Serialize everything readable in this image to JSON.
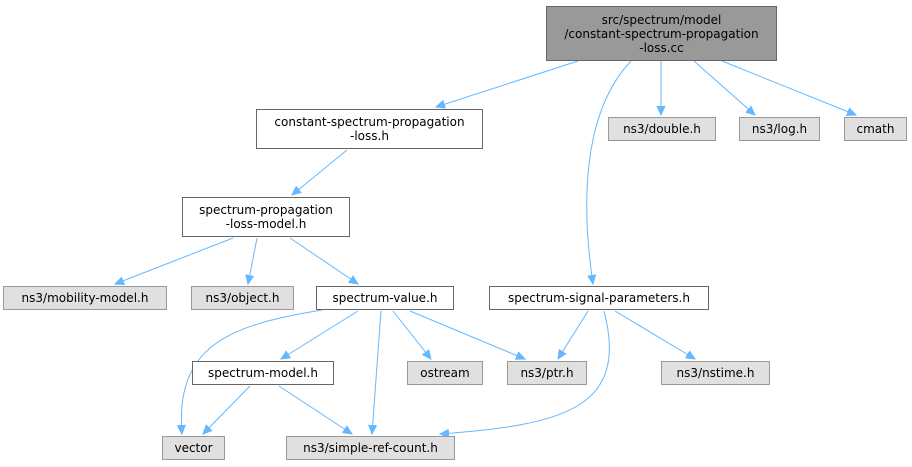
{
  "diagram": {
    "nodes": {
      "root": {
        "label": "src/spectrum/model\n/constant-spectrum-propagation\n-loss.cc"
      },
      "cspl_h": {
        "label": "constant-spectrum-propagation\n-loss.h"
      },
      "double_h": {
        "label": "ns3/double.h"
      },
      "log_h": {
        "label": "ns3/log.h"
      },
      "cmath": {
        "label": "cmath"
      },
      "splm_h": {
        "label": "spectrum-propagation\n-loss-model.h"
      },
      "ssp_h": {
        "label": "spectrum-signal-parameters.h"
      },
      "mobility_h": {
        "label": "ns3/mobility-model.h"
      },
      "object_h": {
        "label": "ns3/object.h"
      },
      "sv_h": {
        "label": "spectrum-value.h"
      },
      "sm_h": {
        "label": "spectrum-model.h"
      },
      "ostream": {
        "label": "ostream"
      },
      "ptr_h": {
        "label": "ns3/ptr.h"
      },
      "nstime_h": {
        "label": "ns3/nstime.h"
      },
      "vector": {
        "label": "vector"
      },
      "src_h": {
        "label": "ns3/simple-ref-count.h"
      }
    },
    "edge_color": "#63b8ff"
  }
}
